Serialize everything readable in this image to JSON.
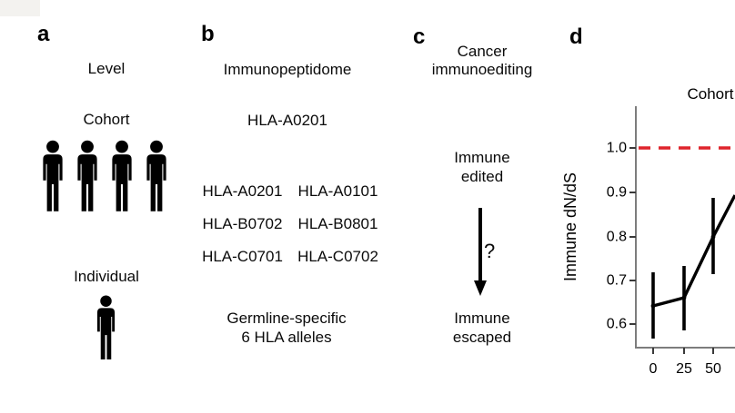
{
  "figure": {
    "background": "#ffffff",
    "panels": {
      "a": {
        "label": "a",
        "title": "Level",
        "groups": [
          {
            "name": "Cohort",
            "icon": "person-icon",
            "icon_count": 4
          },
          {
            "name": "Individual",
            "icon": "person-icon",
            "icon_count": 1
          }
        ]
      },
      "b": {
        "label": "b",
        "title": "Immunopeptidome",
        "individual_allele": "HLA-A0201",
        "allele_pairs": [
          [
            "HLA-A0201",
            "HLA-A0101"
          ],
          [
            "HLA-B0702",
            "HLA-B0801"
          ],
          [
            "HLA-C0701",
            "HLA-C0702"
          ]
        ],
        "caption_line1": "Germline-specific",
        "caption_line2": "6 HLA alleles"
      },
      "c": {
        "label": "c",
        "title_line1": "Cancer",
        "title_line2": "immunoediting",
        "state_top_line1": "Immune",
        "state_top_line2": "edited",
        "arrow_label": "?",
        "state_bottom_line1": "Immune",
        "state_bottom_line2": "escaped"
      },
      "d": {
        "label": "d"
      }
    }
  },
  "chart_data": {
    "type": "line",
    "title": "Cohort",
    "xlabel": "",
    "ylabel": "Immune dN/dS",
    "xticks": [
      0,
      25,
      50
    ],
    "xtick_labels": [
      "0",
      "25",
      "50"
    ],
    "yticks": [
      0.6,
      0.7,
      0.8,
      0.9,
      1.0
    ],
    "ytick_labels_top_to_bottom": [
      "1.0",
      "0.9",
      "0.8",
      "0.7",
      "0.6"
    ],
    "ylim": [
      0.55,
      1.05
    ],
    "points": [
      {
        "x": 0,
        "y": 0.64,
        "ci_low": 0.57,
        "ci_high": 0.72
      },
      {
        "x": 25,
        "y": 0.66,
        "ci_low": 0.59,
        "ci_high": 0.73
      },
      {
        "x": 50,
        "y": 0.8,
        "ci_low": 0.71,
        "ci_high": 0.89
      }
    ],
    "line_clipped_at_right_edge": true,
    "line_exit_right_y": 0.9,
    "reference_line": {
      "y": 1.0,
      "style": "dashed"
    },
    "legend": "none",
    "grid": "off",
    "colors": {
      "line": "#000000",
      "error_bars": "#000000",
      "reference": "#df242b",
      "axis": "#7d7d7d",
      "tick": "#3a3a3a",
      "text": "#0a0a0a"
    }
  }
}
